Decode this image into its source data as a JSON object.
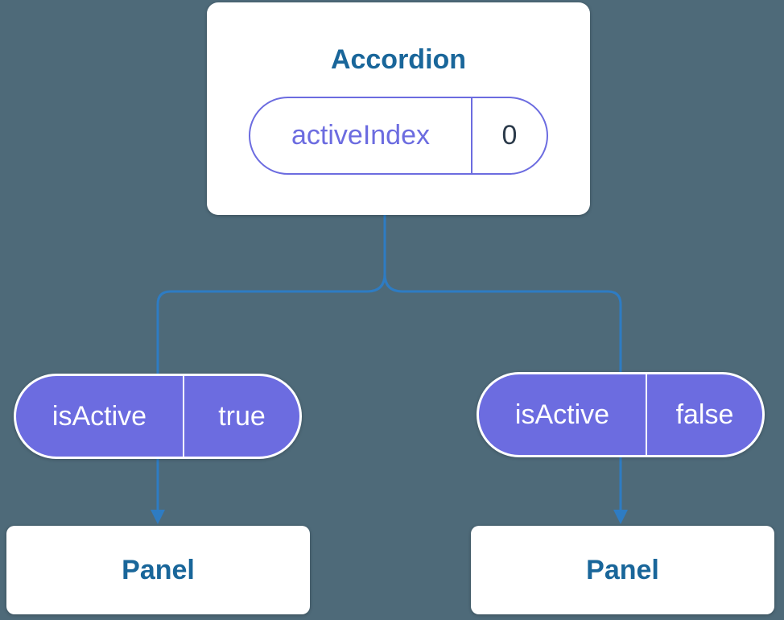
{
  "colors": {
    "bg": "#4e6a79",
    "connector": "#2e7cc3",
    "purple": "#6c6ce0",
    "node-text": "#19669a",
    "value-text": "#2b3a4a"
  },
  "root": {
    "title": "Accordion",
    "prop": {
      "name": "activeIndex",
      "value": "0"
    }
  },
  "children": [
    {
      "prop": {
        "name": "isActive",
        "value": "true"
      },
      "node_label": "Panel"
    },
    {
      "prop": {
        "name": "isActive",
        "value": "false"
      },
      "node_label": "Panel"
    }
  ]
}
